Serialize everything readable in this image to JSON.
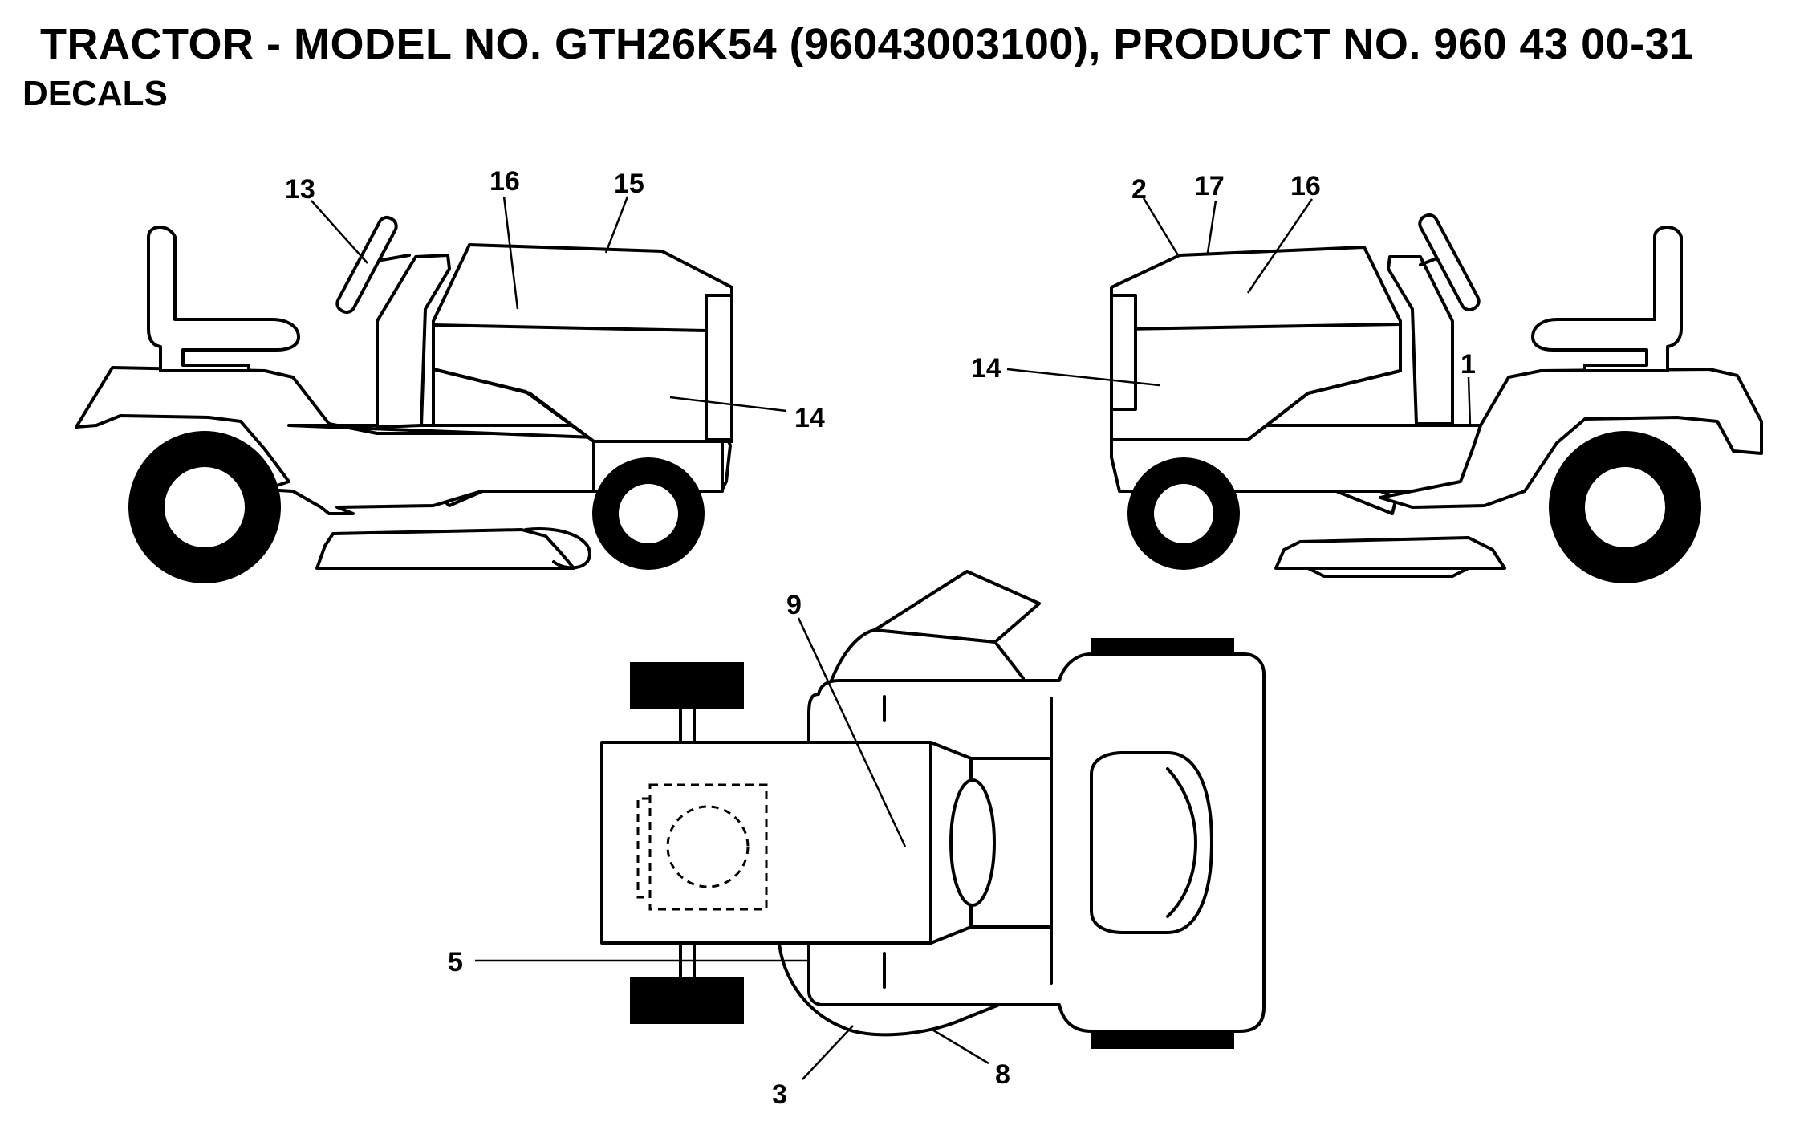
{
  "header": {
    "title": "TRACTOR - MODEL NO. GTH26K54 (96043003100), PRODUCT NO. 960 43 00-31",
    "subtitle": "DECALS"
  },
  "callouts": {
    "left_view": {
      "c13": "13",
      "c16": "16",
      "c15": "15",
      "c14": "14"
    },
    "right_view": {
      "c2": "2",
      "c17": "17",
      "c16": "16",
      "c14": "14",
      "c1": "1"
    },
    "top_view": {
      "c9": "9",
      "c5": "5",
      "c3": "3",
      "c8": "8"
    }
  }
}
